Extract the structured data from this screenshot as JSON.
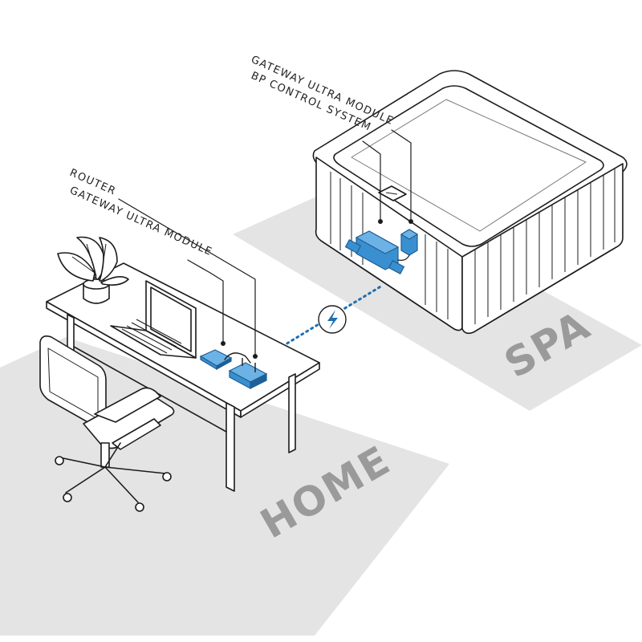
{
  "colors": {
    "floor": "#e4e4e4",
    "zone_text": "#9a9a9a",
    "device": "#3a8fd0",
    "device_dark": "#1d5f96",
    "signal": "#1e6fb4"
  },
  "zones": {
    "home": "HOME",
    "spa": "SPA"
  },
  "callouts": {
    "home_router": "ROUTER",
    "home_gateway": "GATEWAY ULTRA MODULE",
    "spa_gateway": "GATEWAY ULTRA MODULE",
    "spa_control": "BP CONTROL SYSTEM"
  },
  "icons": {
    "signal": "lightning-bolt-icon"
  }
}
